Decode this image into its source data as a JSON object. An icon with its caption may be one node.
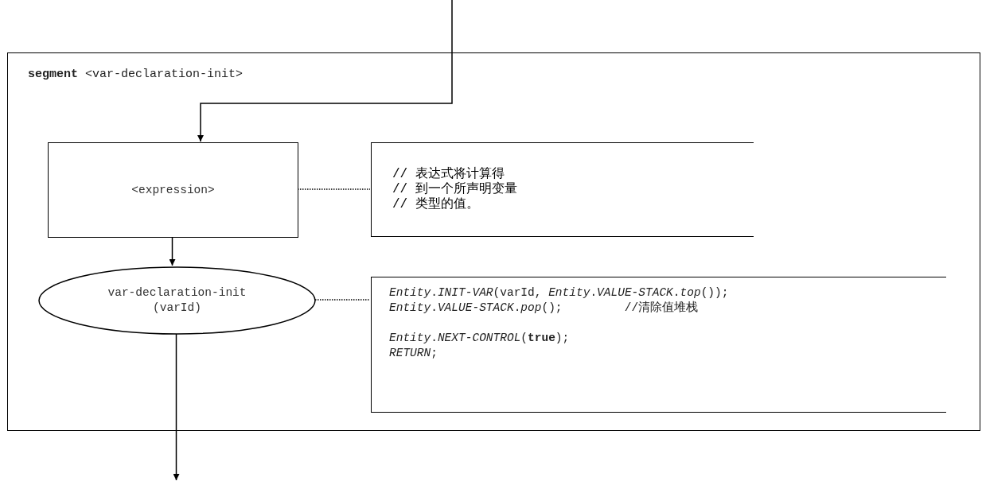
{
  "diagram": {
    "nodes": [
      {
        "text": [
          "**segment** <var-declaration-init>"
        ]
      },
      {
        "text": [
          "<expression>"
        ],
        "in": 0
      },
      {
        "text": [
          "// 表达式将计算得",
          "// 到一个所声明变量",
          "// 类型的值。"
        ],
        "in": 0
      },
      {
        "text": [
          "var-declaration-init",
          "(varId)"
        ],
        "in": 0
      },
      {
        "text": [
          "*Entity*.*INIT-VAR*(varId, *Entity*.*VALUE-STACK*.*top*());",
          "*Entity*.*VALUE-STACK*.*pop*();         //清除值堆栈",
          "*Entity*.*NEXT-CONTROL*(**true**);",
          "*RETURN*;"
        ],
        "in": 0
      }
    ],
    "edges": [
      {
        "from": null,
        "to": 1,
        "arrow": "to"
      },
      {
        "from": 1,
        "to": 3,
        "arrow": "to"
      },
      {
        "from": 3,
        "to": null,
        "arrow": "to"
      },
      {
        "from": 1,
        "to": 2,
        "arrow": "none",
        "style": "dashed"
      },
      {
        "from": 3,
        "to": 4,
        "arrow": "none",
        "style": "dashed"
      }
    ]
  }
}
